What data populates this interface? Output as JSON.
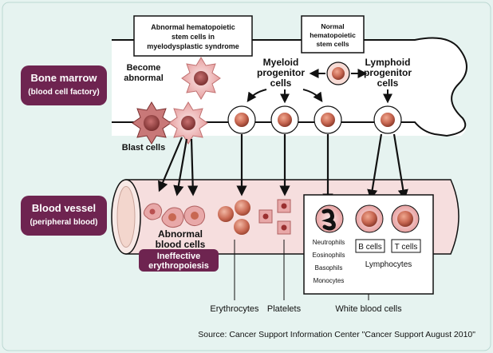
{
  "sections": {
    "bone_marrow": {
      "title": "Bone marrow",
      "subtitle": "(blood cell factory)"
    },
    "blood_vessel": {
      "title": "Blood vessel",
      "subtitle": "(peripheral blood)"
    }
  },
  "boxes": {
    "abnormal_stem": [
      "Abnormal hematopoietic",
      "stem cells in",
      "myelodysplastic syndrome"
    ],
    "normal_stem": [
      "Normal",
      "hematopoietic",
      "stem cells"
    ]
  },
  "labels": {
    "become_abnormal": [
      "Become",
      "abnormal"
    ],
    "myeloid": [
      "Myeloid",
      "progenitor",
      "cells"
    ],
    "lymphoid": [
      "Lymphoid",
      "progenitor",
      "cells"
    ],
    "blast_cells": "Blast cells",
    "abnormal_blood": [
      "Abnormal",
      "blood cells"
    ],
    "ineffective": [
      "Ineffective",
      "erythropoiesis"
    ],
    "wbc_types": [
      "Neutrophils",
      "Eosinophils",
      "Basophils",
      "Monocytes"
    ],
    "b_cells": "B cells",
    "t_cells": "T cells",
    "lymphocytes": "Lymphocytes",
    "erythrocytes": "Erythrocytes",
    "platelets": "Platelets",
    "white_blood_cells": "White blood cells"
  },
  "source": "Source: Cancer Support Information Center \"Cancer Support August 2010\"",
  "colors": {
    "background": "#e6f3f0",
    "section_label": "#6e2450",
    "vessel": "#f6dede",
    "cell_core": "#c86852",
    "abnormal_cell": "#d9a0a0"
  }
}
